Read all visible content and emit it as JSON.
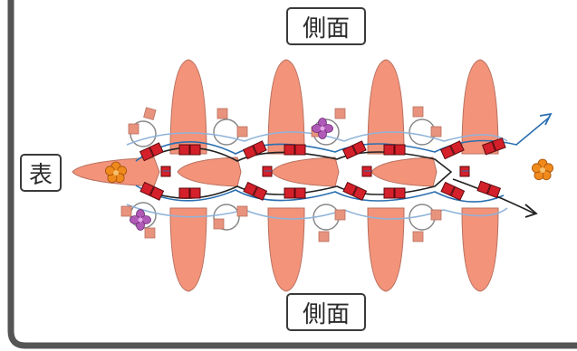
{
  "labels": {
    "side_top": "側面",
    "side_bottom": "側面",
    "front": "表"
  },
  "colors": {
    "frame": "#555555",
    "spike": "#f2937a",
    "spike_edge": "#b8705f",
    "bead": "#d4202a",
    "bead_edge": "#5a0a0e",
    "connector": "#e8937e",
    "thread_blue": "#2a6fb0",
    "thread_black": "#222222",
    "thread_gray": "#888888",
    "thread_lightblue": "#8fb3d9",
    "flower_orange": "#f08a1c",
    "flower_purple": "#b05ab8"
  },
  "icons": {
    "flower_left": "flower-icon",
    "flower_right": "flower-icon",
    "flower_top": "flower-icon",
    "flower_bottom": "flower-icon",
    "arrow_out_blue": "arrow-icon",
    "arrow_out_black": "arrow-icon"
  }
}
